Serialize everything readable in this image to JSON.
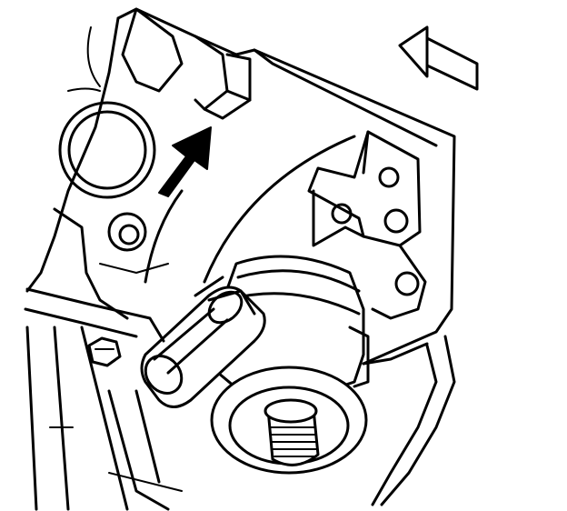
{
  "figure": {
    "kind": "line-art technical illustration",
    "colors": {
      "line": "#000000",
      "background": "#ffffff"
    },
    "arrows": [
      {
        "id": "solid-arrow",
        "style": "filled"
      },
      {
        "id": "outline-arrow",
        "style": "hollow"
      }
    ]
  }
}
